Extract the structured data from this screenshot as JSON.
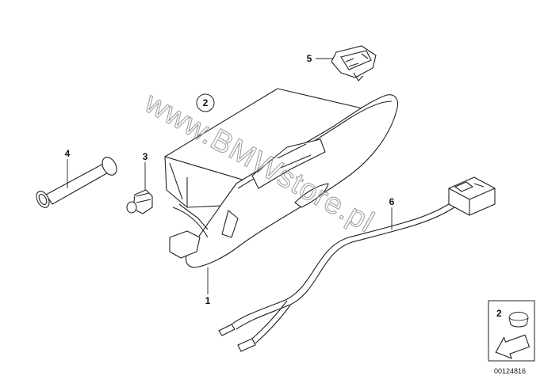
{
  "diagram": {
    "watermark": "www.BMWstore.pl",
    "callouts": {
      "glovebox": "1",
      "lock_marker": "2",
      "switch": "3",
      "tube": "4",
      "lamp": "5",
      "cable": "6"
    },
    "legend": {
      "item_number": "2",
      "reference_code": "00124816"
    }
  }
}
